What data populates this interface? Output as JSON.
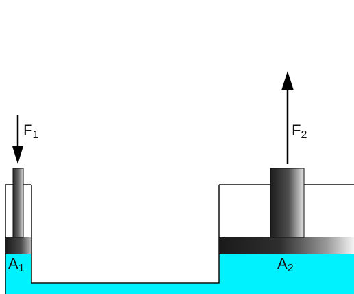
{
  "labels": {
    "force_small_main": "F",
    "force_small_sub": "1",
    "force_large_main": "F",
    "force_large_sub": "2",
    "area_small_main": "A",
    "area_small_sub": "1",
    "area_large_main": "A",
    "area_large_sub": "2"
  },
  "colors": {
    "fluid": "#00f2ff",
    "outline": "#111111",
    "piston_dark": "#1a1a1a",
    "piston_light": "#f2f2f2",
    "arrow": "#000000"
  }
}
